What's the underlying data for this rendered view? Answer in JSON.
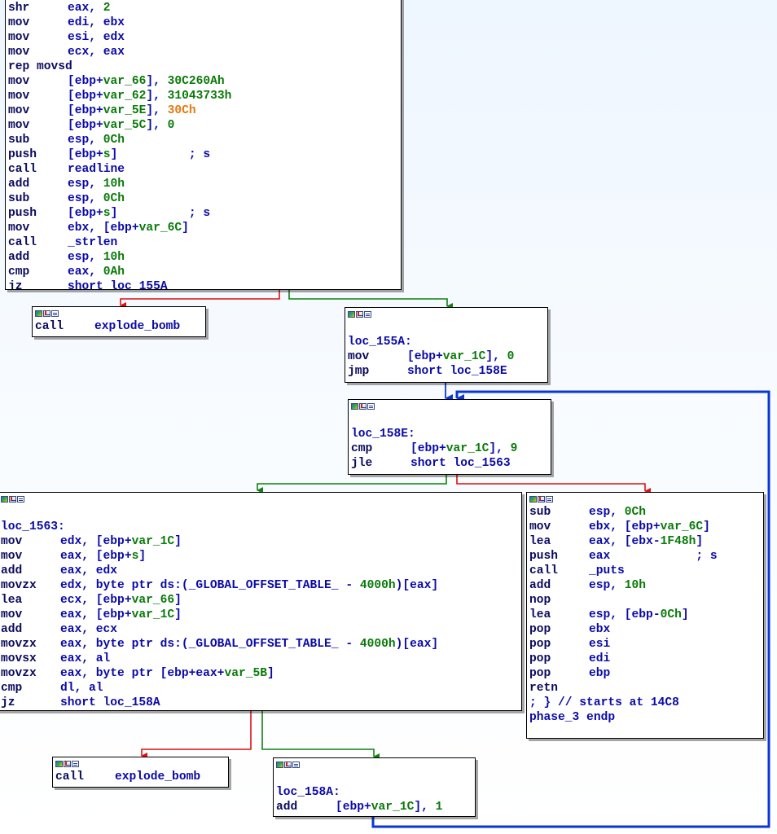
{
  "colors": {
    "mnemonic": "#0b0b5e",
    "operand": "#0a0aa8",
    "number": "#0a7a0a",
    "variable": "#0a7a0a",
    "string_const": "#e07a10",
    "edge_true": "#108010",
    "edge_false": "#e01010",
    "edge_loop": "#0a36d8"
  },
  "header_icons": [
    "color-icon",
    "chart-icon",
    "text-icon"
  ],
  "blocks": [
    {
      "id": "top",
      "lines": [
        {
          "m": "shr",
          "o": [
            [
              "eax, ",
              "ops"
            ],
            [
              "2",
              "num"
            ]
          ]
        },
        {
          "m": "mov",
          "o": [
            [
              "edi, ebx",
              "ops"
            ]
          ]
        },
        {
          "m": "mov",
          "o": [
            [
              "esi, edx",
              "ops"
            ]
          ]
        },
        {
          "m": "mov",
          "o": [
            [
              "ecx, eax",
              "ops"
            ]
          ]
        },
        {
          "m": "rep movsd",
          "o": []
        },
        {
          "m": "mov",
          "o": [
            [
              "[ebp+",
              "ops"
            ],
            [
              "var_66",
              "var"
            ],
            [
              "], ",
              "ops"
            ],
            [
              "30C260Ah",
              "num"
            ]
          ]
        },
        {
          "m": "mov",
          "o": [
            [
              "[ebp+",
              "ops"
            ],
            [
              "var_62",
              "var"
            ],
            [
              "], ",
              "ops"
            ],
            [
              "31043733h",
              "num"
            ]
          ]
        },
        {
          "m": "mov",
          "o": [
            [
              "[ebp+",
              "ops"
            ],
            [
              "var_5E",
              "var"
            ],
            [
              "], ",
              "ops"
            ],
            [
              "30Ch",
              "str"
            ]
          ]
        },
        {
          "m": "mov",
          "o": [
            [
              "[ebp+",
              "ops"
            ],
            [
              "var_5C",
              "var"
            ],
            [
              "], ",
              "ops"
            ],
            [
              "0",
              "num"
            ]
          ]
        },
        {
          "m": "sub",
          "o": [
            [
              "esp, ",
              "ops"
            ],
            [
              "0Ch",
              "num"
            ]
          ]
        },
        {
          "m": "push",
          "o": [
            [
              "[ebp+",
              "ops"
            ],
            [
              "s",
              "var"
            ],
            [
              "]",
              "ops"
            ],
            [
              "          ; s",
              "cmt"
            ]
          ]
        },
        {
          "m": "call",
          "o": [
            [
              "readline",
              "sym"
            ]
          ]
        },
        {
          "m": "add",
          "o": [
            [
              "esp, ",
              "ops"
            ],
            [
              "10h",
              "num"
            ]
          ]
        },
        {
          "m": "sub",
          "o": [
            [
              "esp, ",
              "ops"
            ],
            [
              "0Ch",
              "num"
            ]
          ]
        },
        {
          "m": "push",
          "o": [
            [
              "[ebp+",
              "ops"
            ],
            [
              "s",
              "var"
            ],
            [
              "]",
              "ops"
            ],
            [
              "          ; s",
              "cmt"
            ]
          ]
        },
        {
          "m": "mov",
          "o": [
            [
              "ebx, [ebp+",
              "ops"
            ],
            [
              "var_6C",
              "var"
            ],
            [
              "]",
              "ops"
            ]
          ]
        },
        {
          "m": "call",
          "o": [
            [
              "_strlen",
              "sym"
            ]
          ]
        },
        {
          "m": "add",
          "o": [
            [
              "esp, ",
              "ops"
            ],
            [
              "10h",
              "num"
            ]
          ]
        },
        {
          "m": "cmp",
          "o": [
            [
              "eax, ",
              "ops"
            ],
            [
              "0Ah",
              "num"
            ]
          ]
        },
        {
          "m": "jz",
          "o": [
            [
              "short loc_155A",
              "sym"
            ]
          ]
        }
      ]
    },
    {
      "id": "explode1",
      "lines": [
        {
          "m": "call",
          "o": [
            [
              "explode_bomb",
              "sym"
            ]
          ]
        }
      ]
    },
    {
      "id": "loc155a",
      "lines": [
        {
          "blank": true
        },
        {
          "label": "loc_155A:"
        },
        {
          "m": "mov",
          "o": [
            [
              "[ebp+",
              "ops"
            ],
            [
              "var_1C",
              "var"
            ],
            [
              "], ",
              "ops"
            ],
            [
              "0",
              "num"
            ]
          ]
        },
        {
          "m": "jmp",
          "o": [
            [
              "short loc_158E",
              "sym"
            ]
          ]
        }
      ]
    },
    {
      "id": "loc158e",
      "lines": [
        {
          "blank": true
        },
        {
          "label": "loc_158E:"
        },
        {
          "m": "cmp",
          "o": [
            [
              "[ebp+",
              "ops"
            ],
            [
              "var_1C",
              "var"
            ],
            [
              "], ",
              "ops"
            ],
            [
              "9",
              "num"
            ]
          ]
        },
        {
          "m": "jle",
          "o": [
            [
              "short loc_1563",
              "sym"
            ]
          ]
        }
      ]
    },
    {
      "id": "loc1563",
      "lines": [
        {
          "blank": true
        },
        {
          "label": "loc_1563:"
        },
        {
          "m": "mov",
          "o": [
            [
              "edx, [ebp+",
              "ops"
            ],
            [
              "var_1C",
              "var"
            ],
            [
              "]",
              "ops"
            ]
          ]
        },
        {
          "m": "mov",
          "o": [
            [
              "eax, [ebp+",
              "ops"
            ],
            [
              "s",
              "var"
            ],
            [
              "]",
              "ops"
            ]
          ]
        },
        {
          "m": "add",
          "o": [
            [
              "eax, edx",
              "ops"
            ]
          ]
        },
        {
          "m": "movzx",
          "o": [
            [
              "edx, byte ptr ds:(",
              "ops"
            ],
            [
              "_GLOBAL_OFFSET_TABLE_",
              "sym"
            ],
            [
              " - ",
              "ops"
            ],
            [
              "4000h",
              "num"
            ],
            [
              ")[eax]",
              "ops"
            ]
          ]
        },
        {
          "m": "lea",
          "o": [
            [
              "ecx, [ebp+",
              "ops"
            ],
            [
              "var_66",
              "var"
            ],
            [
              "]",
              "ops"
            ]
          ]
        },
        {
          "m": "mov",
          "o": [
            [
              "eax, [ebp+",
              "ops"
            ],
            [
              "var_1C",
              "var"
            ],
            [
              "]",
              "ops"
            ]
          ]
        },
        {
          "m": "add",
          "o": [
            [
              "eax, ecx",
              "ops"
            ]
          ]
        },
        {
          "m": "movzx",
          "o": [
            [
              "eax, byte ptr ds:(",
              "ops"
            ],
            [
              "_GLOBAL_OFFSET_TABLE_",
              "sym"
            ],
            [
              " - ",
              "ops"
            ],
            [
              "4000h",
              "num"
            ],
            [
              ")[eax]",
              "ops"
            ]
          ]
        },
        {
          "m": "movsx",
          "o": [
            [
              "eax, al",
              "ops"
            ]
          ]
        },
        {
          "m": "movzx",
          "o": [
            [
              "eax, byte ptr [ebp+eax+",
              "ops"
            ],
            [
              "var_5B",
              "var"
            ],
            [
              "]",
              "ops"
            ]
          ]
        },
        {
          "m": "cmp",
          "o": [
            [
              "dl, al",
              "ops"
            ]
          ]
        },
        {
          "m": "jz",
          "o": [
            [
              "short loc_158A",
              "sym"
            ]
          ]
        }
      ]
    },
    {
      "id": "exitpath",
      "lines": [
        {
          "m": "sub",
          "o": [
            [
              "esp, ",
              "ops"
            ],
            [
              "0Ch",
              "num"
            ]
          ]
        },
        {
          "m": "mov",
          "o": [
            [
              "ebx, [ebp+",
              "ops"
            ],
            [
              "var_6C",
              "var"
            ],
            [
              "]",
              "ops"
            ]
          ]
        },
        {
          "m": "lea",
          "o": [
            [
              "eax, [ebx-",
              "ops"
            ],
            [
              "1F48h",
              "num"
            ],
            [
              "]",
              "ops"
            ]
          ]
        },
        {
          "m": "push",
          "o": [
            [
              "eax",
              "ops"
            ],
            [
              "            ; s",
              "cmt"
            ]
          ]
        },
        {
          "m": "call",
          "o": [
            [
              "_puts",
              "sym"
            ]
          ]
        },
        {
          "m": "add",
          "o": [
            [
              "esp, ",
              "ops"
            ],
            [
              "10h",
              "num"
            ]
          ]
        },
        {
          "m": "nop",
          "o": []
        },
        {
          "m": "lea",
          "o": [
            [
              "esp, [ebp-",
              "ops"
            ],
            [
              "0Ch",
              "num"
            ],
            [
              "]",
              "ops"
            ]
          ]
        },
        {
          "m": "pop",
          "o": [
            [
              "ebx",
              "ops"
            ]
          ]
        },
        {
          "m": "pop",
          "o": [
            [
              "esi",
              "ops"
            ]
          ]
        },
        {
          "m": "pop",
          "o": [
            [
              "edi",
              "ops"
            ]
          ]
        },
        {
          "m": "pop",
          "o": [
            [
              "ebp",
              "ops"
            ]
          ]
        },
        {
          "m": "retn",
          "o": []
        },
        {
          "comment": "; } // starts at 14C8"
        },
        {
          "label": "phase_3 endp"
        }
      ]
    },
    {
      "id": "explode2",
      "lines": [
        {
          "m": "call",
          "o": [
            [
              "explode_bomb",
              "sym"
            ]
          ]
        }
      ]
    },
    {
      "id": "loc158a",
      "lines": [
        {
          "blank": true
        },
        {
          "label": "loc_158A:"
        },
        {
          "m": "add",
          "o": [
            [
              "[ebp+",
              "ops"
            ],
            [
              "var_1C",
              "var"
            ],
            [
              "], ",
              "ops"
            ],
            [
              "1",
              "num"
            ]
          ]
        }
      ]
    }
  ]
}
